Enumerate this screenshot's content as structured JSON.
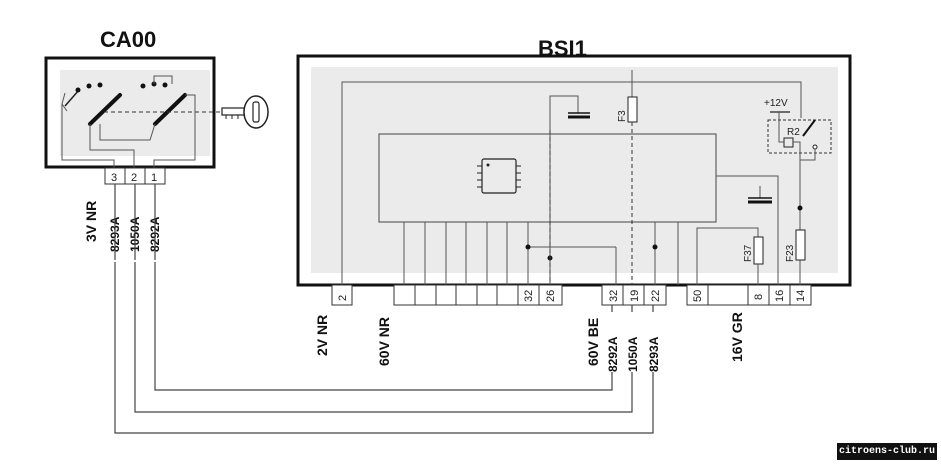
{
  "ca00": {
    "title": "CA00",
    "pins": [
      "3",
      "2",
      "1"
    ],
    "wires": [
      "8293A",
      "1050A",
      "8292A"
    ],
    "connector_label": "3V NR"
  },
  "bsi1": {
    "title": "BSI1",
    "pins": [
      "2",
      "32",
      "26",
      "32",
      "19",
      "22",
      "50",
      "8",
      "16",
      "14"
    ],
    "connector_labels": [
      "2V NR",
      "60V NR",
      "60V BE",
      "16V GR"
    ],
    "wires": [
      "8292A",
      "1050A",
      "8293A"
    ],
    "fuses": [
      "F3",
      "F37",
      "F23"
    ],
    "relay": "R2",
    "supply": "+12V"
  },
  "watermark": "citroens-club.ru"
}
